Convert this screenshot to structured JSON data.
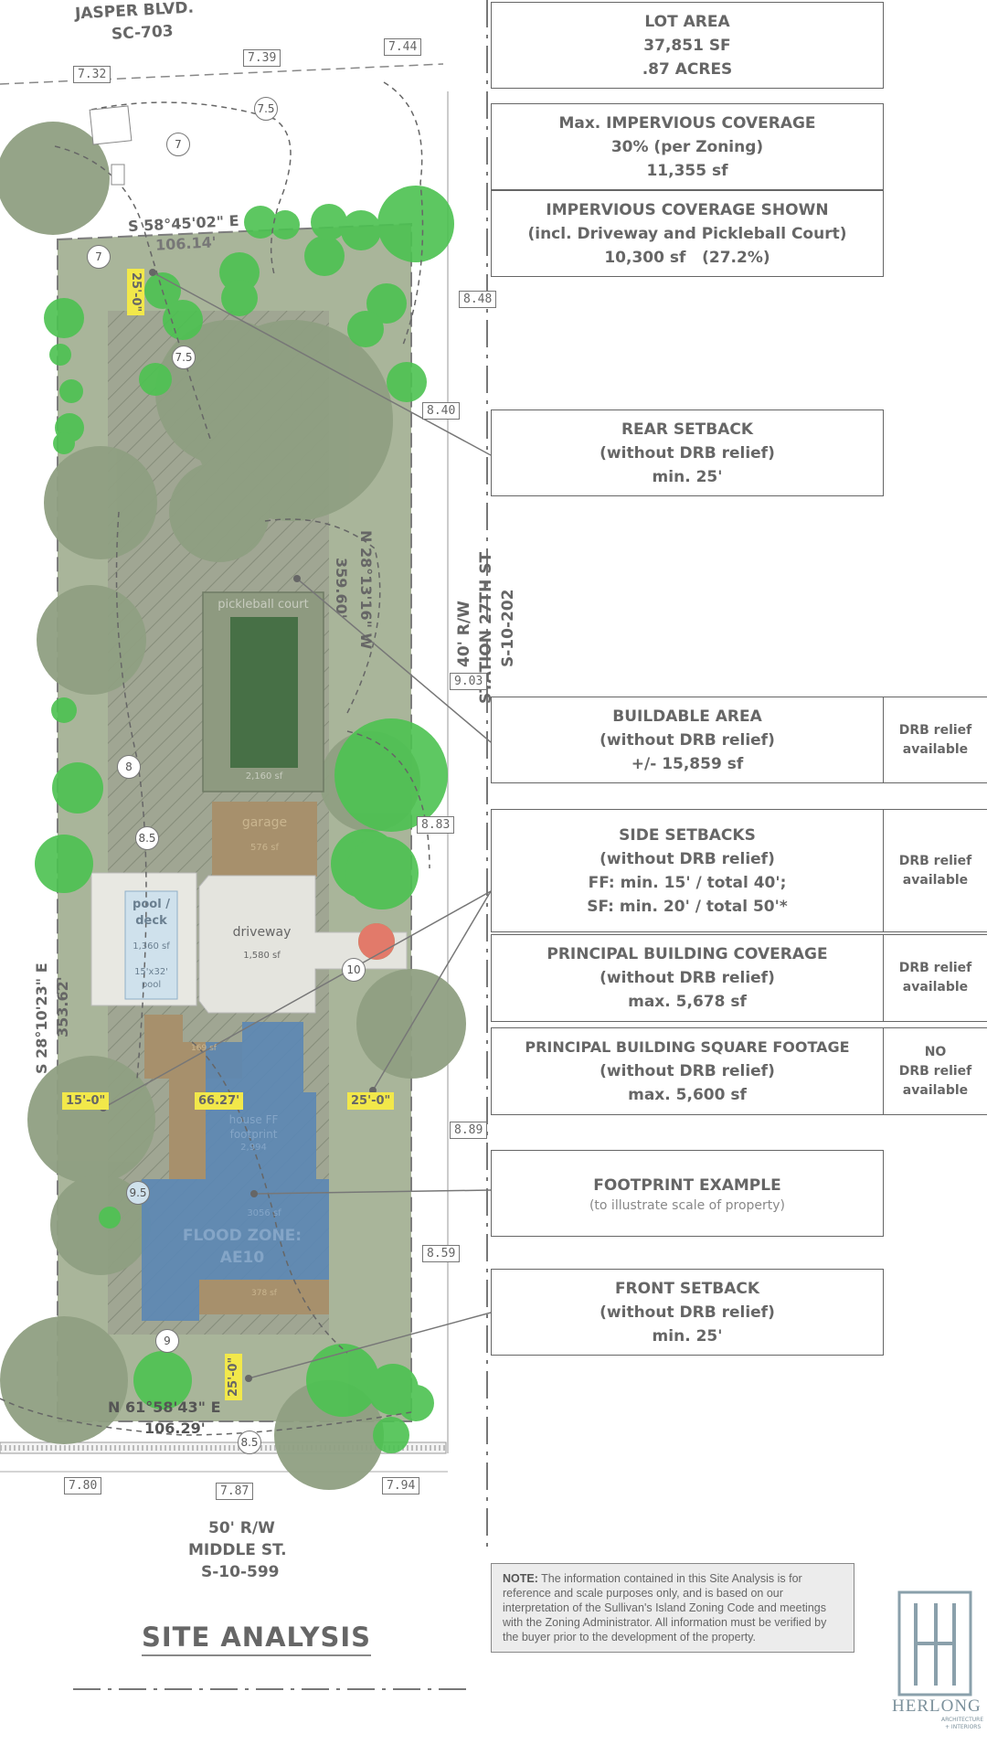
{
  "streets": {
    "top": {
      "name": "JASPER BLVD.",
      "code": "SC-703"
    },
    "right": {
      "row": "40' R/W",
      "name": "STATION 27TH ST",
      "code": "S-10-202"
    },
    "bottom": {
      "row": "50' R/W",
      "name": "MIDDLE ST.",
      "code": "S-10-599"
    }
  },
  "bearings": {
    "top": {
      "bearing": "S 58°45'02\" E",
      "distance": "106.14'"
    },
    "right": {
      "bearing": "N 28°13'16\" W",
      "distance": "359.60'"
    },
    "left": {
      "bearing": "S 28°10'23\" E",
      "distance": "353.62'"
    },
    "bottom": {
      "bearing": "N 61°58'43\" E",
      "distance": "106.29'"
    }
  },
  "elevation_tags": [
    "7.32",
    "7.39",
    "7.44",
    "8.48",
    "8.40",
    "9.03",
    "8.83",
    "8.89",
    "8.59",
    "7.80",
    "7.87",
    "7.94"
  ],
  "contour_labels": [
    "7.5",
    "7",
    "7",
    "7.5",
    "8",
    "8.5",
    "9.5",
    "9",
    "8.5",
    "10"
  ],
  "dimension_labels": {
    "rear": "25'-0\"",
    "side_left": "15'-0\"",
    "house_width": "66.27'",
    "side_right": "25'-0\"",
    "front": "25'-0\""
  },
  "site_labels": {
    "pickleball": "pickleball court",
    "pickleball_sf": "2,160 sf",
    "garage": "garage",
    "garage_sf": "576 sf",
    "pool_title": "pool /",
    "pool_title2": "deck",
    "pool_sf": "1,360 sf",
    "pool_size": "15'x32'",
    "pool_word": "pool",
    "driveway": "driveway",
    "driveway_sf": "1,580 sf",
    "porch_sf": "169 sf",
    "house_line1": "house FF",
    "house_line2": "footprint",
    "house_line3": "2,994",
    "flood_sf": "3056 sf",
    "flood_line1": "FLOOD ZONE:",
    "flood_line2": "AE10",
    "deck_sf": "378 sf"
  },
  "boxes": {
    "lot": {
      "l1": "LOT AREA",
      "l2": "37,851 SF",
      "l3": ".87 ACRES"
    },
    "max_imp": {
      "l1": "Max. IMPERVIOUS COVERAGE",
      "l2": "30% (per Zoning)",
      "l3": "11,355 sf"
    },
    "imp_shown": {
      "l1": "IMPERVIOUS COVERAGE SHOWN",
      "l2": "(incl. Driveway and Pickleball Court)",
      "l3": "10,300 sf   (27.2%)"
    },
    "rear": {
      "l1": "REAR SETBACK",
      "l2": "(without DRB relief)",
      "l3": "min. 25'"
    },
    "buildable": {
      "l1": "BUILDABLE AREA",
      "l2": "(without DRB relief)",
      "l3": "+/- 15,859 sf",
      "r1": "DRB relief",
      "r2": "available"
    },
    "side": {
      "l1": "SIDE SETBACKS",
      "l2": "(without DRB relief)",
      "l3": "FF: min. 15' / total 40';",
      "l4": "SF: min. 20' / total 50'*",
      "r1": "DRB relief",
      "r2": "available"
    },
    "pbc": {
      "l1": "PRINCIPAL BUILDING COVERAGE",
      "l2": "(without DRB relief)",
      "l3": "max. 5,678 sf",
      "r1": "DRB relief",
      "r2": "available"
    },
    "pbsf": {
      "l1": "PRINCIPAL BUILDING SQUARE FOOTAGE",
      "l2": "(without DRB relief)",
      "l3": "max. 5,600 sf",
      "r1": "NO",
      "r2": "DRB relief",
      "r3": "available"
    },
    "footprint": {
      "l1": "FOOTPRINT EXAMPLE",
      "l2": "(to illustrate scale of property)"
    },
    "front": {
      "l1": "FRONT SETBACK",
      "l2": "(without DRB relief)",
      "l3": "min. 25'"
    }
  },
  "title": "SITE ANALYSIS",
  "note": {
    "label": "NOTE:",
    "text": "The information contained in this Site Analysis is for reference and scale purposes only, and is based on our interpretation of the Sullivan's Island Zoning Code and meetings with the Zoning Administrator.   All information must be verified by the buyer prior to the development of the property."
  },
  "logo": {
    "name": "HERLONG",
    "sub1": "ARCHITECTURE",
    "sub2": "+ INTERIORS"
  },
  "colors": {
    "lot": "#a9b59a",
    "buildable_hatch": "#9aa08f",
    "tree_dark": "#8f9f82",
    "tree_green": "#4cc251",
    "house": "#5b87b5",
    "garage": "#a7906c",
    "court": "#3f6b3f",
    "dim_tag": "#f2e84a"
  }
}
